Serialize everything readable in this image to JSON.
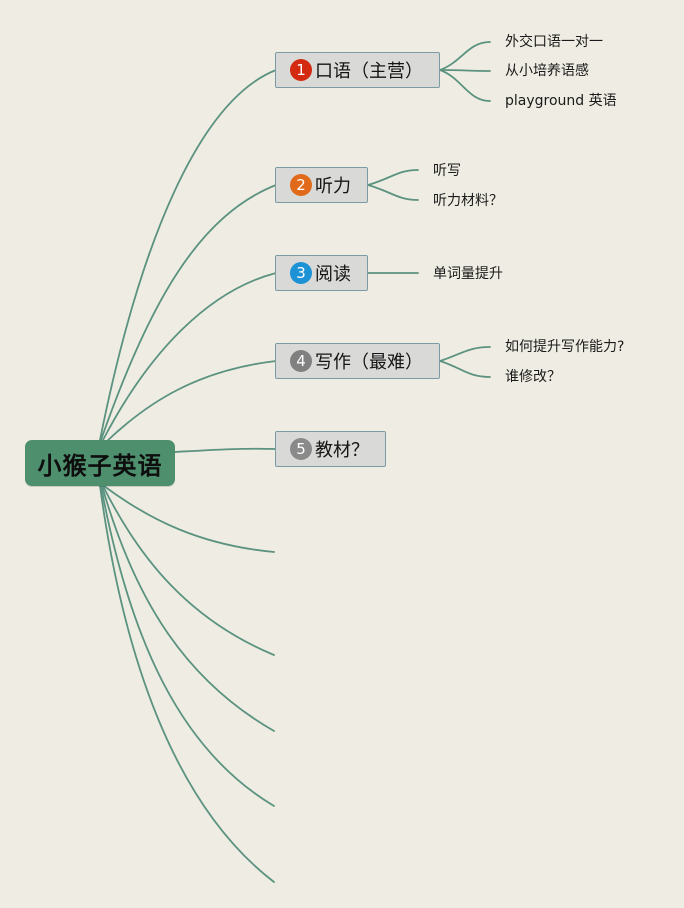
{
  "root": {
    "label": "小猴子英语"
  },
  "branches": [
    {
      "label": "口语（主营）",
      "marker": {
        "number": "1",
        "color": "#d42a12"
      },
      "children": [
        "外交口语一对一",
        "从小培养语感",
        "playground 英语"
      ]
    },
    {
      "label": "听力",
      "marker": {
        "number": "2",
        "color": "#e06a1a"
      },
      "children": [
        "听写",
        "听力材料？"
      ]
    },
    {
      "label": "阅读",
      "marker": {
        "number": "3",
        "color": "#1d93d6"
      },
      "children": [
        "单词量提升"
      ]
    },
    {
      "label": "写作（最难）",
      "marker": {
        "number": "4",
        "color": "#808080"
      },
      "children": [
        "如何提升写作能力?",
        "谁修改？"
      ]
    },
    {
      "label": "教材？",
      "marker": {
        "number": "5",
        "color": "#8a8a8a"
      },
      "children": []
    }
  ],
  "colors": {
    "connector": "#5b9280",
    "root_fill": "#4e8f6e",
    "topic_fill": "#d9d9d7",
    "topic_border": "#7c9aa3"
  }
}
